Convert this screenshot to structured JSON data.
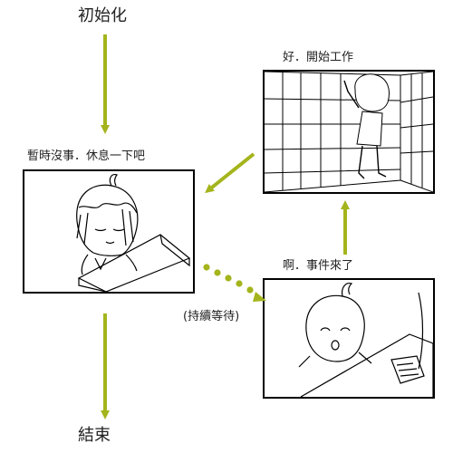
{
  "diagram": {
    "start_label": "初始化",
    "end_label": "結束",
    "states": [
      {
        "id": "idle",
        "caption": "暫時沒事．休息一下吧",
        "illustration": "character-resting-at-desk"
      },
      {
        "id": "working",
        "caption": "好．開始工作",
        "illustration": "character-searching-bookshelf"
      },
      {
        "id": "event",
        "caption": "啊．事件來了",
        "illustration": "character-surprised-by-paper"
      }
    ],
    "loop_label": "(持續等待)",
    "colors": {
      "arrow": "#a4b41c",
      "frame": "#000000",
      "text": "#222222"
    }
  }
}
